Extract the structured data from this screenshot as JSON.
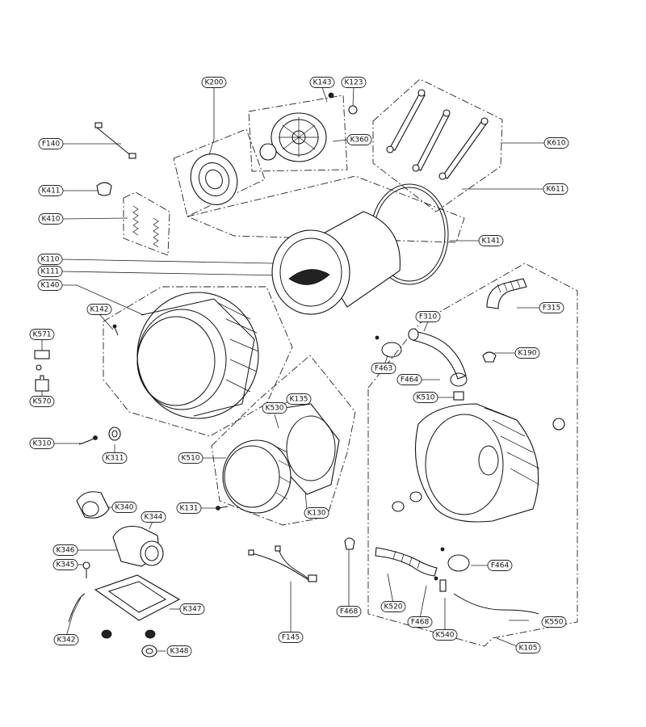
{
  "labels": [
    {
      "id": "K200",
      "text": "K200"
    },
    {
      "id": "K143",
      "text": "K143"
    },
    {
      "id": "K123",
      "text": "K123"
    },
    {
      "id": "K360",
      "text": "K360"
    },
    {
      "id": "F140",
      "text": "F140"
    },
    {
      "id": "K411",
      "text": "K411"
    },
    {
      "id": "K410",
      "text": "K410"
    },
    {
      "id": "K610",
      "text": "K610"
    },
    {
      "id": "K611",
      "text": "K611"
    },
    {
      "id": "K141",
      "text": "K141"
    },
    {
      "id": "K110",
      "text": "K110"
    },
    {
      "id": "K111",
      "text": "K111"
    },
    {
      "id": "K140",
      "text": "K140"
    },
    {
      "id": "K142",
      "text": "K142"
    },
    {
      "id": "K571",
      "text": "K571"
    },
    {
      "id": "K570",
      "text": "K570"
    },
    {
      "id": "F315",
      "text": "F315"
    },
    {
      "id": "F310",
      "text": "F310"
    },
    {
      "id": "K190",
      "text": "K190"
    },
    {
      "id": "F463",
      "text": "F463"
    },
    {
      "id": "F464a",
      "text": "F464"
    },
    {
      "id": "K510a",
      "text": "K510"
    },
    {
      "id": "K530",
      "text": "K530"
    },
    {
      "id": "K135",
      "text": "K135"
    },
    {
      "id": "K310",
      "text": "K310"
    },
    {
      "id": "K311",
      "text": "K311"
    },
    {
      "id": "K510b",
      "text": "K510"
    },
    {
      "id": "K131",
      "text": "K131"
    },
    {
      "id": "K130",
      "text": "K130"
    },
    {
      "id": "K340",
      "text": "K340"
    },
    {
      "id": "K344",
      "text": "K344"
    },
    {
      "id": "K346",
      "text": "K346"
    },
    {
      "id": "K345",
      "text": "K345"
    },
    {
      "id": "K347",
      "text": "K347"
    },
    {
      "id": "K342",
      "text": "K342"
    },
    {
      "id": "K348",
      "text": "K348"
    },
    {
      "id": "F145",
      "text": "F145"
    },
    {
      "id": "F468a",
      "text": "F468"
    },
    {
      "id": "K520",
      "text": "K520"
    },
    {
      "id": "F468b",
      "text": "F468"
    },
    {
      "id": "K540",
      "text": "K540"
    },
    {
      "id": "F464b",
      "text": "F464"
    },
    {
      "id": "K550",
      "text": "K550"
    },
    {
      "id": "K105",
      "text": "K105"
    }
  ]
}
